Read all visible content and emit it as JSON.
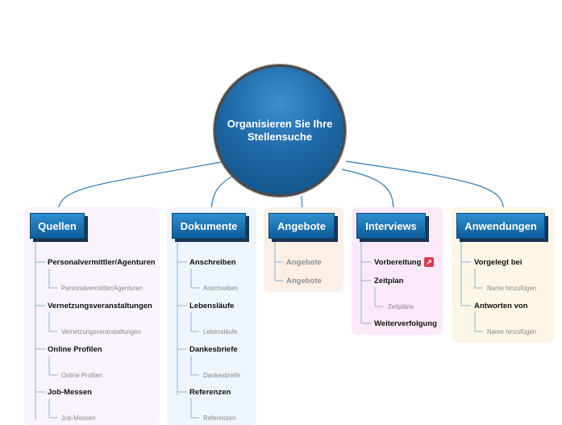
{
  "central": {
    "line1": "Organisieren Sie Ihre",
    "line2": "Stellensuche"
  },
  "branches": {
    "quellen": {
      "title": "Quellen",
      "items": [
        {
          "label": "Personalvermittler/Agenturen",
          "sub": "Personalvermittler/Agenturen"
        },
        {
          "label": "Vernetzungsveranstaltungen",
          "sub": "Vernetzungsveranstaltungen"
        },
        {
          "label": "Online Profilen",
          "sub": "Online Profilen"
        },
        {
          "label": "Job-Messen",
          "sub": "Job-Messen"
        }
      ]
    },
    "dokumente": {
      "title": "Dokumente",
      "items": [
        {
          "label": "Anschreiben",
          "sub": "Anschreiben"
        },
        {
          "label": "Lebensläufe",
          "sub": "Lebensläufe"
        },
        {
          "label": "Dankesbriefe",
          "sub": "Dankesbriefe"
        },
        {
          "label": "Referenzen",
          "sub": "Referenzen"
        }
      ]
    },
    "angebote": {
      "title": "Angebote",
      "items": [
        {
          "label": "Angebote"
        },
        {
          "label": "Angebote"
        }
      ]
    },
    "interviews": {
      "title": "Interviews",
      "items": [
        {
          "label": "Vorbereitung",
          "icon": "link-icon"
        },
        {
          "label": "Zeitplan",
          "sub": "Zeitpläne"
        },
        {
          "label": "Weiterverfolgung"
        }
      ]
    },
    "anwendungen": {
      "title": "Anwendungen",
      "items": [
        {
          "label": "Vorgelegt bei",
          "sub": "Name hinzufügen"
        },
        {
          "label": "Antworten von",
          "sub": "Name hinzufügen"
        }
      ]
    }
  },
  "colors": {
    "quellen_bg": "#f8f3fc",
    "dokumente_bg": "#eef5fc",
    "angebote_bg": "#fbefe6",
    "interviews_bg": "#fbe9f8",
    "anwendungen_bg": "#fdf6e6",
    "connector": "#2c7bb6",
    "tree_line": "#8fb3d3"
  }
}
